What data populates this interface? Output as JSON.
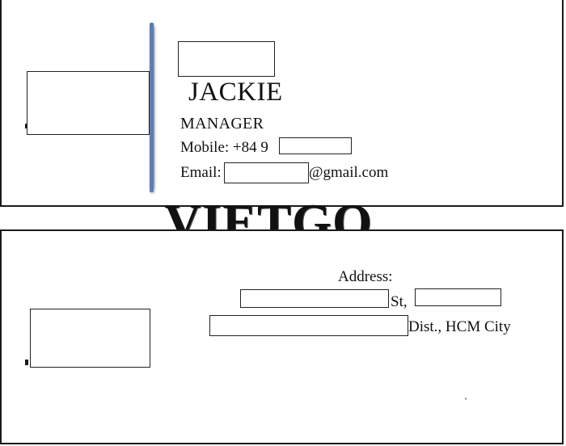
{
  "colors": {
    "divider": "#5a7fb5",
    "border": "#1a1a1a"
  },
  "front": {
    "name": "JACKIE",
    "title": "MANAGER",
    "mobile_prefix": "Mobile: +84 9",
    "email_prefix": "Email:",
    "email_domain": "@gmail.com"
  },
  "watermark": "VIETGO",
  "back": {
    "address_label": "Address:",
    "street_suffix": "St,",
    "district_suffix": "Dist., HCM City"
  }
}
